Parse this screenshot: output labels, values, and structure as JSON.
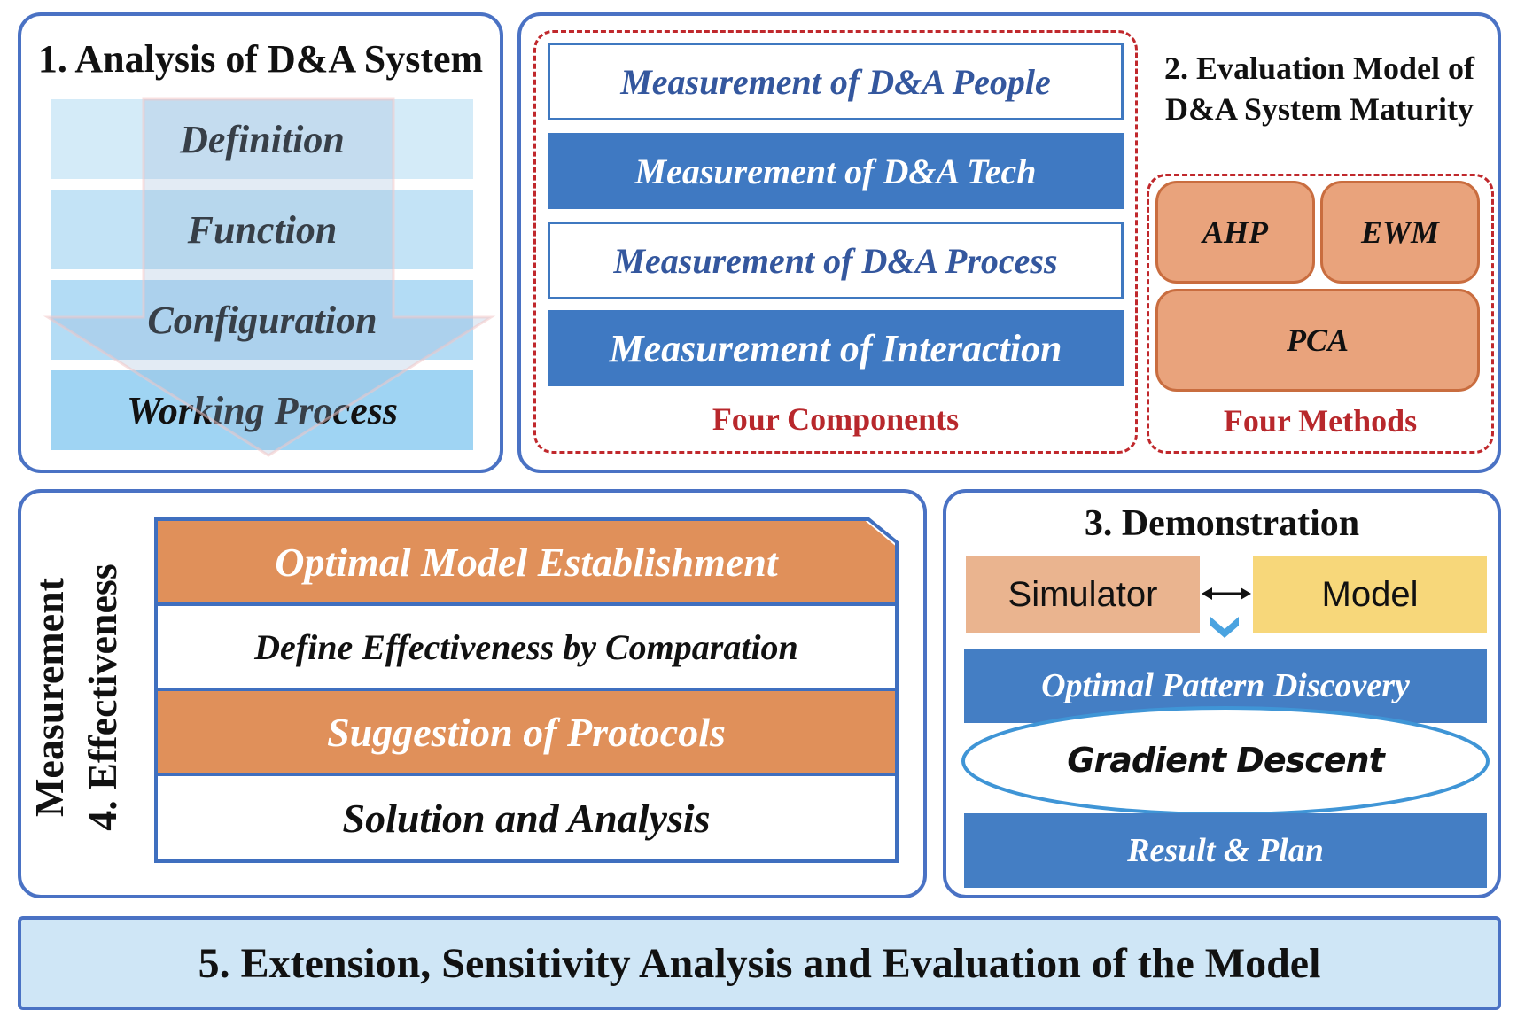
{
  "analysis": {
    "title": "1. Analysis of D&A System",
    "items": [
      "Definition",
      "Function",
      "Configuration",
      "Working Process"
    ]
  },
  "evaluation": {
    "title_line1": "2. Evaluation Model of",
    "title_line2": "D&A System Maturity",
    "components": [
      "Measurement of D&A People",
      "Measurement of D&A Tech",
      "Measurement of D&A Process",
      "Measurement of Interaction"
    ],
    "components_label": "Four Components",
    "methods": [
      "AHP",
      "EWM",
      "PCA"
    ],
    "methods_label": "Four Methods"
  },
  "effectiveness": {
    "title_line1": "4. Effectiveness",
    "title_line2": "Measurement",
    "rows": [
      "Optimal Model Establishment",
      "Define Effectiveness by Comparation",
      "Suggestion of Protocols",
      "Solution and Analysis"
    ]
  },
  "demonstration": {
    "title": "3. Demonstration",
    "simulator": "Simulator",
    "model": "Model",
    "pattern": "Optimal Pattern Discovery",
    "gradient": "Gradient Descent",
    "result": "Result & Plan"
  },
  "footer": {
    "title": "5. Extension, Sensitivity Analysis and Evaluation of the Model"
  },
  "colors": {
    "panel_border": "#4a72c4",
    "dark_blue": "#3f79c2",
    "light_blue": "#a9daf4",
    "orange": "#e0905a",
    "method_orange": "#e9a37c",
    "dashed_red": "#c0282c",
    "simulator": "#eab48f",
    "model": "#f7d77a"
  }
}
